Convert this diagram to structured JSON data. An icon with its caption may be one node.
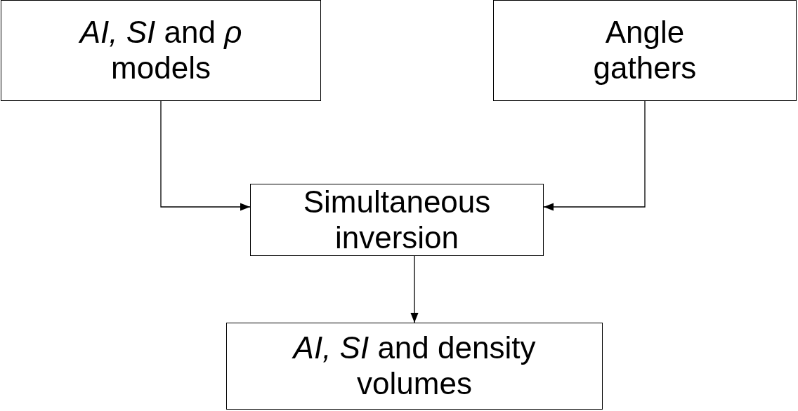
{
  "diagram": {
    "nodes": [
      {
        "text": [
          "*AI, SI* and *ρ* models"
        ]
      },
      {
        "text": [
          "Angle gathers"
        ]
      },
      {
        "text": [
          "Simultaneous inversion"
        ]
      },
      {
        "text": [
          "*AI, SI* and density volumes"
        ]
      }
    ],
    "edges": [
      {
        "from": 0,
        "to": 2,
        "arrow": "to"
      },
      {
        "from": 1,
        "to": 2,
        "arrow": "to"
      },
      {
        "from": 2,
        "to": 3,
        "arrow": "to"
      }
    ]
  }
}
